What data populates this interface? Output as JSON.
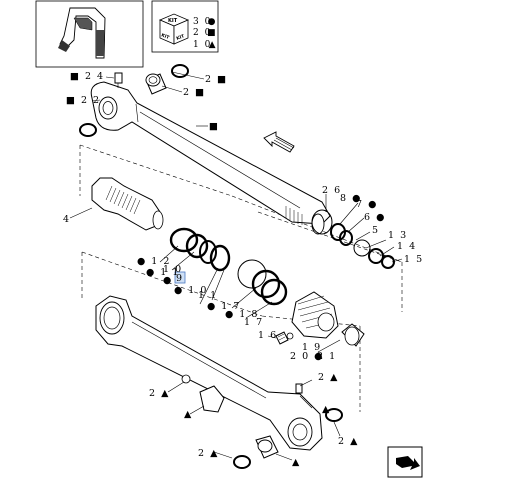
{
  "kit_legend": {
    "rows": [
      {
        "qty": "3 0",
        "marker": "●"
      },
      {
        "qty": "2 0",
        "marker": "■"
      },
      {
        "qty": "1 0",
        "marker": "▲"
      }
    ],
    "box_label": "KIT"
  },
  "callouts": [
    {
      "text": "■ 2 4"
    },
    {
      "text": "2 ■"
    },
    {
      "text": "2 ■"
    },
    {
      "text": "■ 2 2"
    },
    {
      "text": "■"
    },
    {
      "text": "4"
    },
    {
      "text": "2 6"
    },
    {
      "text": "8 ●"
    },
    {
      "text": "7 ●"
    },
    {
      "text": "6 ●"
    },
    {
      "text": "5"
    },
    {
      "text": "1 3"
    },
    {
      "text": "1 4"
    },
    {
      "text": "1 5"
    },
    {
      "text": "● 1 2"
    },
    {
      "text": "● 1 1"
    },
    {
      "text": "1 0"
    },
    {
      "text": "●"
    },
    {
      "text": "9"
    },
    {
      "text": "● 1 0"
    },
    {
      "text": "1 1"
    },
    {
      "text": "● 1 7"
    },
    {
      "text": "● 1 8"
    },
    {
      "text": "1 7"
    },
    {
      "text": "1 6"
    },
    {
      "text": "1 9"
    },
    {
      "text": "2 0 ●"
    },
    {
      "text": "2 1"
    },
    {
      "text": "2 ▲"
    },
    {
      "text": "2 ▲"
    },
    {
      "text": "▲"
    },
    {
      "text": "▲"
    },
    {
      "text": "2 ▲"
    },
    {
      "text": "2 ▲"
    },
    {
      "text": "▲"
    }
  ]
}
